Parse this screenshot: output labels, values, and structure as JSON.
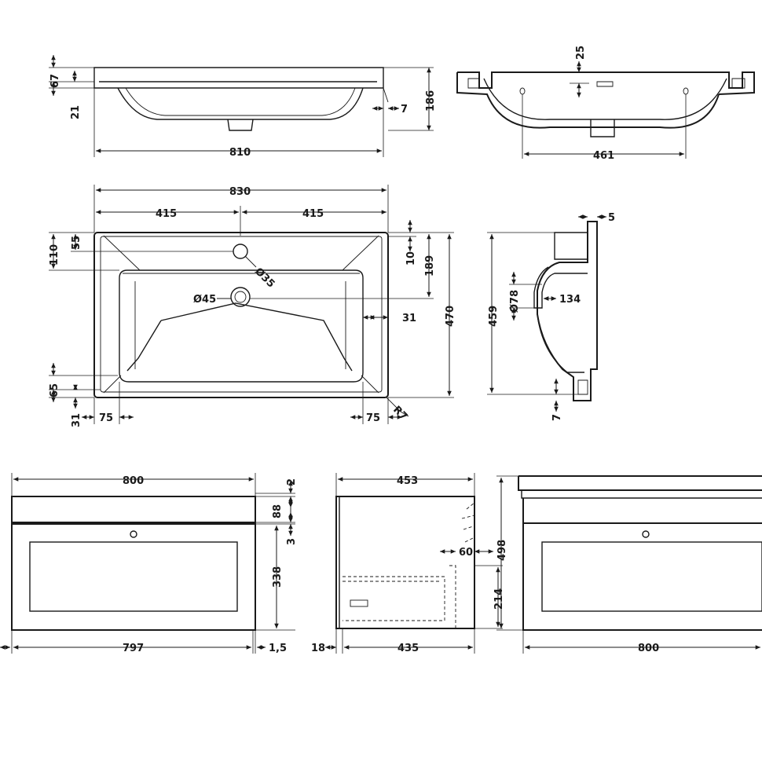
{
  "basin_side_view": {
    "dim_height_67": "67",
    "dim_height_21": "21",
    "dim_depth_186": "186",
    "dim_offset_7": "7",
    "dim_width_810": "810"
  },
  "basin_section_view": {
    "dim_25": "25",
    "dim_461": "461"
  },
  "basin_plan_view": {
    "dim_830": "830",
    "dim_415_left": "415",
    "dim_415_right": "415",
    "dim_110": "110",
    "dim_55": "55",
    "dim_10": "10",
    "dim_189": "189",
    "dim_470": "470",
    "dim_31_right": "31",
    "dim_65": "65",
    "dim_31_bottom": "31",
    "dim_75_left": "75",
    "dim_75_right": "75",
    "tap_hole_dia": "Ø35",
    "waste_dia": "Ø45",
    "corner_radius": "R7"
  },
  "basin_profile_view": {
    "dim_5": "5",
    "dim_459": "459",
    "dim_78": "Ø78",
    "dim_134": "134",
    "dim_7": "7"
  },
  "unit_front_view": {
    "dim_800_top": "800",
    "dim_2": "2",
    "dim_88": "88",
    "dim_3": "3",
    "dim_338": "338",
    "dim_797": "797",
    "dim_1_5": "1,5"
  },
  "unit_side_view": {
    "dim_453": "453",
    "dim_60": "60",
    "dim_214": "214",
    "dim_18": "18",
    "dim_435": "435"
  },
  "unit_assembled_view": {
    "dim_498": "498",
    "dim_800": "800"
  }
}
